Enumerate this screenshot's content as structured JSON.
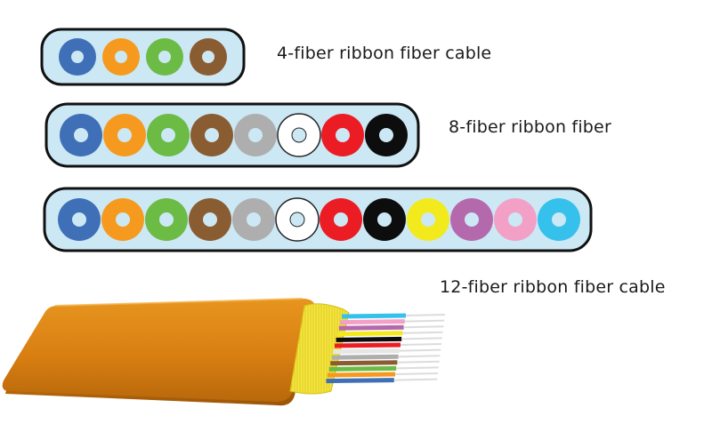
{
  "labels": {
    "ribbon_4": "4-fiber ribbon fiber cable",
    "ribbon_8": "8-fiber ribbon fiber",
    "ribbon_12": "12-fiber ribbon fiber cable"
  },
  "fiber_colors": [
    {
      "name": "blue",
      "color": "#3f6fb6"
    },
    {
      "name": "orange",
      "color": "#f59a1e"
    },
    {
      "name": "green",
      "color": "#6cbb45"
    },
    {
      "name": "brown",
      "color": "#8a5c32"
    },
    {
      "name": "slate",
      "color": "#aeaeae"
    },
    {
      "name": "white",
      "color": "#ffffff"
    },
    {
      "name": "red",
      "color": "#ec1c24"
    },
    {
      "name": "black",
      "color": "#0d0d0d"
    },
    {
      "name": "yellow",
      "color": "#f2ea1c"
    },
    {
      "name": "violet",
      "color": "#b569ad"
    },
    {
      "name": "rose",
      "color": "#f3a0c7"
    },
    {
      "name": "aqua",
      "color": "#36c1ec"
    }
  ],
  "ribbons": [
    {
      "id": "ribbon-4",
      "fiber_count": 4
    },
    {
      "id": "ribbon-8",
      "fiber_count": 8
    },
    {
      "id": "ribbon-12",
      "fiber_count": 12
    }
  ],
  "colors": {
    "ribbon_matrix": "#cce8f4",
    "ribbon_outline": "#111111",
    "fiber_core": "#cce8f4",
    "cable_jacket": "#e08a16",
    "cable_jacket_dark": "#b5660a",
    "aramid_yarn": "#f3e23c"
  }
}
